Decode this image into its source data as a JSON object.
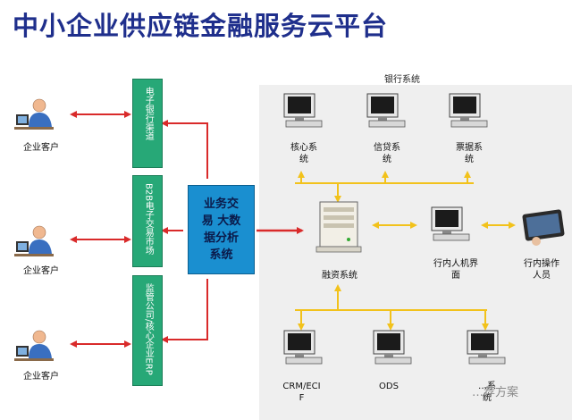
{
  "title": "中小企业供应链金融服务云平台",
  "bank_label": "银行系统",
  "customers": [
    {
      "label": "企业客户"
    },
    {
      "label": "企业客户"
    },
    {
      "label": "企业客户"
    }
  ],
  "channels": [
    {
      "label": "电子银行渠道"
    },
    {
      "label": "B2B电子交易市场"
    },
    {
      "label": "监管公司/核心企业ERP"
    }
  ],
  "center_box": {
    "lines": [
      "业务交",
      "易 大数",
      "据分析",
      "系统"
    ]
  },
  "top_systems": [
    {
      "line1": "核心系",
      "line2": "统"
    },
    {
      "line1": "信贷系",
      "line2": "统"
    },
    {
      "line1": "票据系",
      "line2": "统"
    }
  ],
  "financing": {
    "label": "融资系统"
  },
  "hmi": {
    "line1": "行内人机界",
    "line2": "面"
  },
  "operator": {
    "line1": "行内操作",
    "line2": "人员"
  },
  "bottom_systems": [
    {
      "line1": "CRM/ECI",
      "line2": "F"
    },
    {
      "line1": "ODS",
      "line2": ""
    },
    {
      "line1": "…系",
      "line2": "统"
    }
  ],
  "watermark": "…荐方案",
  "colors": {
    "red_arrow": "#d92a2a",
    "yellow_arrow": "#f2c21b",
    "green_box": "#27a877",
    "blue_box": "#1a8fd0",
    "title": "#1f2f8c"
  }
}
